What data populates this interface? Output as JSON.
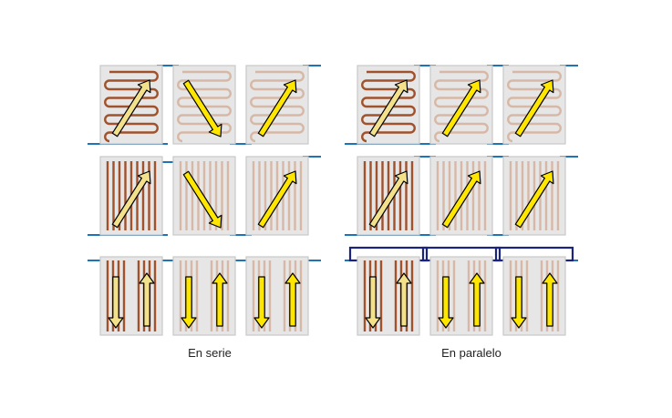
{
  "labels": {
    "series": "En serie",
    "parallel": "En paralelo"
  },
  "colors": {
    "pipe": "#1f73b7",
    "manifold": "#1a237e",
    "panel_fill": "#e6e6e6",
    "panel_border": "#c9c9c9",
    "tube_hot": "#a0522d",
    "tube_cool": "#d7b8a6",
    "arrow_fill": "#ffe600",
    "arrow_fill_faded": "#f3e08a",
    "arrow_outline": "#000000"
  },
  "groups": [
    {
      "id": "serie",
      "rows": [
        {
          "type": "serpentine",
          "panels": [
            {
              "heated": true,
              "arrow": "up-right"
            },
            {
              "heated": false,
              "arrow": "down-right"
            },
            {
              "heated": false,
              "arrow": "up-right"
            }
          ]
        },
        {
          "type": "harp",
          "panels": [
            {
              "heated": true,
              "arrow": "up-right"
            },
            {
              "heated": false,
              "arrow": "down-right"
            },
            {
              "heated": false,
              "arrow": "up-right"
            }
          ]
        },
        {
          "type": "split",
          "panels": [
            {
              "heated": true,
              "arrows": [
                "down",
                "up"
              ]
            },
            {
              "heated": false,
              "arrows": [
                "down",
                "up"
              ]
            },
            {
              "heated": false,
              "arrows": [
                "down",
                "up"
              ]
            }
          ]
        }
      ]
    },
    {
      "id": "paralelo",
      "rows": [
        {
          "type": "serpentine",
          "panels": [
            {
              "heated": true,
              "arrow": "up-right"
            },
            {
              "heated": false,
              "arrow": "up-right"
            },
            {
              "heated": false,
              "arrow": "up-right"
            }
          ]
        },
        {
          "type": "harp",
          "panels": [
            {
              "heated": true,
              "arrow": "up-right"
            },
            {
              "heated": false,
              "arrow": "up-right"
            },
            {
              "heated": false,
              "arrow": "up-right"
            }
          ]
        },
        {
          "type": "split",
          "panels": [
            {
              "heated": true,
              "arrows": [
                "down",
                "up"
              ]
            },
            {
              "heated": false,
              "arrows": [
                "down",
                "up"
              ]
            },
            {
              "heated": false,
              "arrows": [
                "down",
                "up"
              ]
            }
          ]
        }
      ]
    }
  ]
}
